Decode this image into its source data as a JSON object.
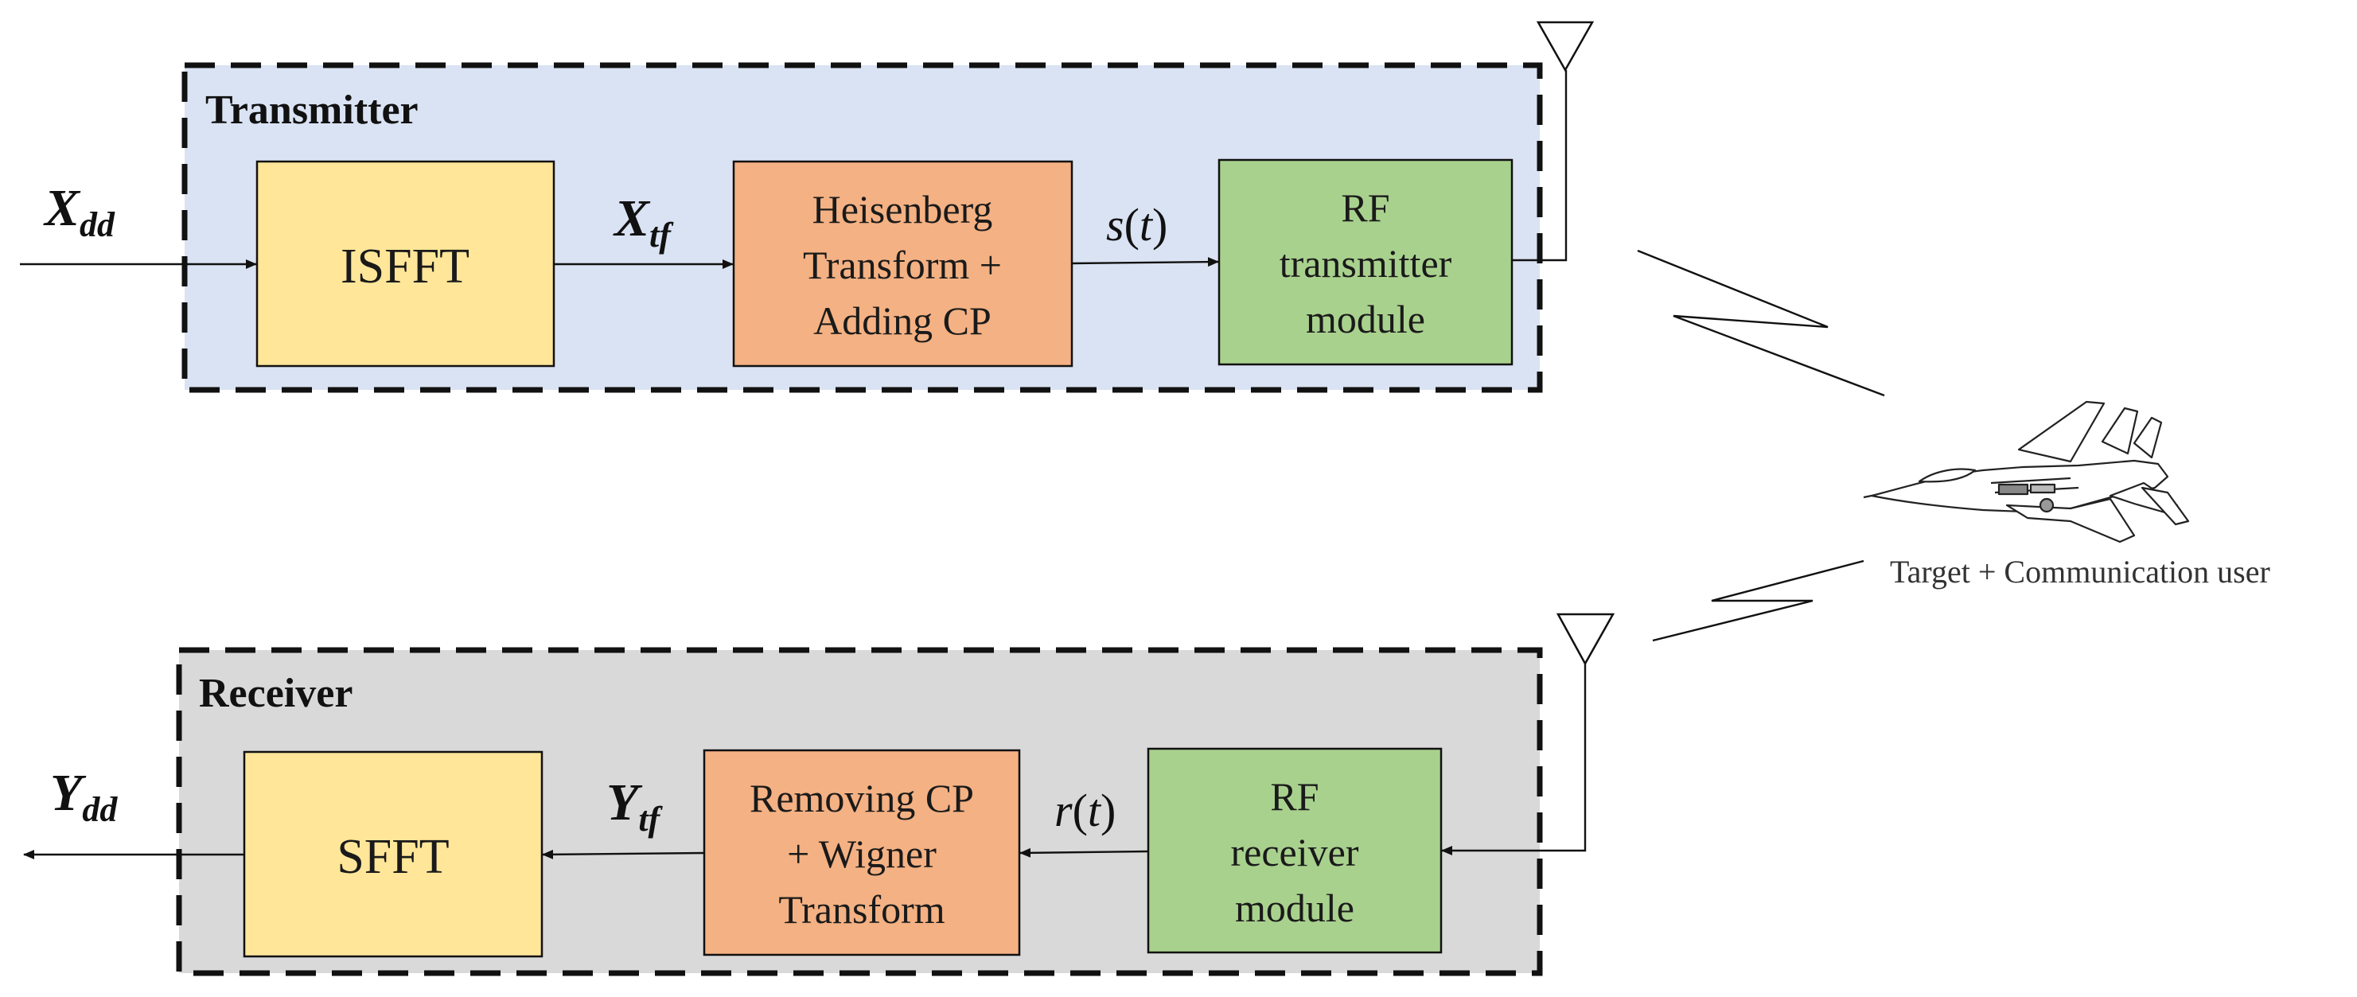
{
  "transmitter": {
    "title": "Transmitter",
    "isfft": "ISFFT",
    "heisenberg": [
      "Heisenberg",
      "Transform +",
      "Adding CP"
    ],
    "rf": [
      "RF",
      "transmitter",
      "module"
    ],
    "color": "#dae3f3"
  },
  "receiver": {
    "title": "Receiver",
    "sfft": "SFFT",
    "wigner": [
      "Removing CP",
      "+ Wigner",
      "Transform"
    ],
    "rf": [
      "RF",
      "receiver",
      "module"
    ],
    "color": "#d9d9d9"
  },
  "signals": {
    "x_main": "X",
    "x_dd_sub": "dd",
    "x_tf_sub": "tf",
    "y_main": "Y",
    "y_dd_sub": "dd",
    "y_tf_sub": "tf",
    "s_t": [
      "s",
      "(",
      "t",
      ")"
    ],
    "r_t": [
      "r",
      "(",
      "t",
      ")"
    ]
  },
  "target": {
    "label": "Target + Communication user",
    "icon": "aircraft-icon"
  },
  "colors": {
    "yellow_box": "#ffe699",
    "orange_box": "#f4b183",
    "green_box": "#a9d18e"
  }
}
